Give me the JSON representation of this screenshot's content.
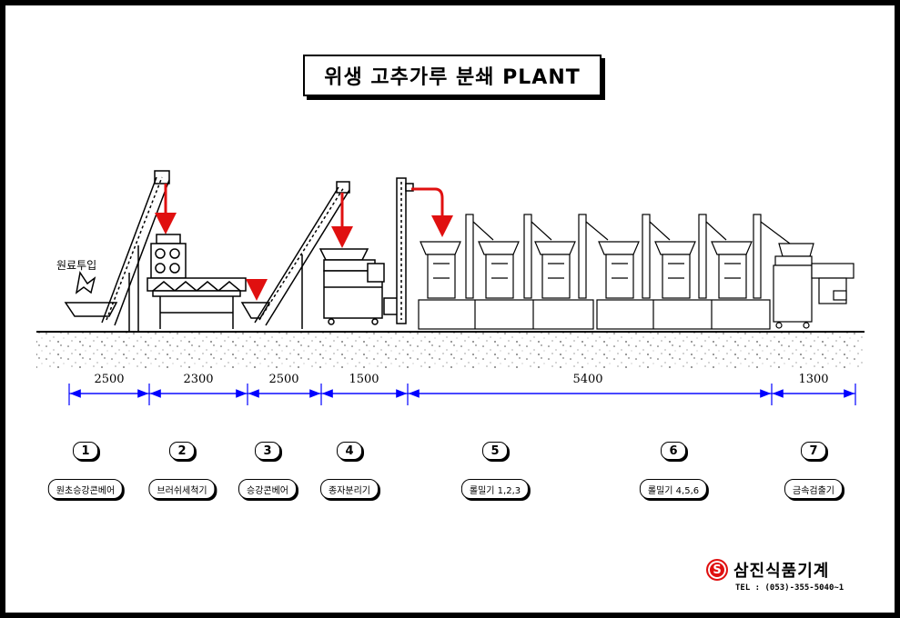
{
  "title": "위생 고추가루 분쇄 PLANT",
  "feed_label": "원료투입",
  "dimensions": [
    "2500",
    "2300",
    "2500",
    "1500",
    "5400",
    "1300"
  ],
  "stations": [
    {
      "num": "1",
      "label": "원초승강콘베어"
    },
    {
      "num": "2",
      "label": "브러쉬세척기"
    },
    {
      "num": "3",
      "label": "승강콘베어"
    },
    {
      "num": "4",
      "label": "종자분리기"
    },
    {
      "num": "5",
      "label": "롤밀기 1,2,3"
    },
    {
      "num": "6",
      "label": "롤밀기 4,5,6"
    },
    {
      "num": "7",
      "label": "금속검출기"
    }
  ],
  "company": "삼진식품기계",
  "logo_letter": "S",
  "tel": "TEL : (053)-355-5040~1",
  "colors": {
    "dimension_line": "#0000ff",
    "flow_arrow": "#e01010",
    "logo": "#e01010"
  }
}
